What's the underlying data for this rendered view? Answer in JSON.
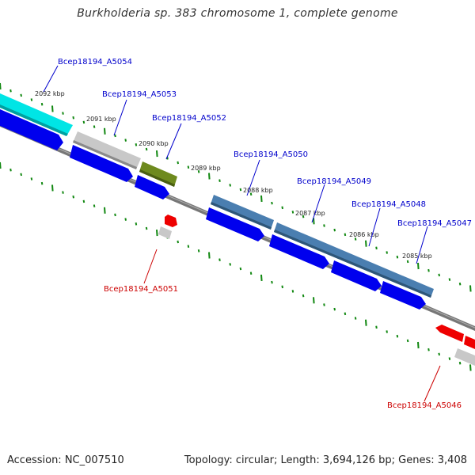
{
  "title": "Burkholderia sp. 383 chromosome 1, complete genome",
  "footer": {
    "accession": "Accession: NC_007510",
    "summary": "Topology: circular; Length: 3,694,126 bp; Genes: 3,408"
  },
  "ticks": [
    "2092 kbp",
    "2091 kbp",
    "2090 kbp",
    "2089 kbp",
    "2088 kbp",
    "2087 kbp",
    "2086 kbp",
    "2085 kbp"
  ],
  "genes": [
    {
      "name": "Bcep18194_A5054",
      "strand": "forward"
    },
    {
      "name": "Bcep18194_A5053",
      "strand": "forward"
    },
    {
      "name": "Bcep18194_A5052",
      "strand": "forward"
    },
    {
      "name": "Bcep18194_A5050",
      "strand": "forward"
    },
    {
      "name": "Bcep18194_A5049",
      "strand": "forward"
    },
    {
      "name": "Bcep18194_A5048",
      "strand": "forward"
    },
    {
      "name": "Bcep18194_A5047",
      "strand": "forward"
    },
    {
      "name": "Bcep18194_A5051",
      "strand": "reverse"
    },
    {
      "name": "Bcep18194_A5046",
      "strand": "reverse"
    }
  ],
  "colors": {
    "forward_label": "#0000cc",
    "reverse_label": "#cc0000",
    "cds": "#0000ee",
    "backbone": "#777777",
    "tick_dots": "#118811",
    "cyan_feature": "#00e5e5",
    "grey_feature": "#c8c8c8",
    "olive_feature": "#6e8a1e",
    "steelblue_feature": "#4a7eb0",
    "red_feature": "#ee0000"
  }
}
